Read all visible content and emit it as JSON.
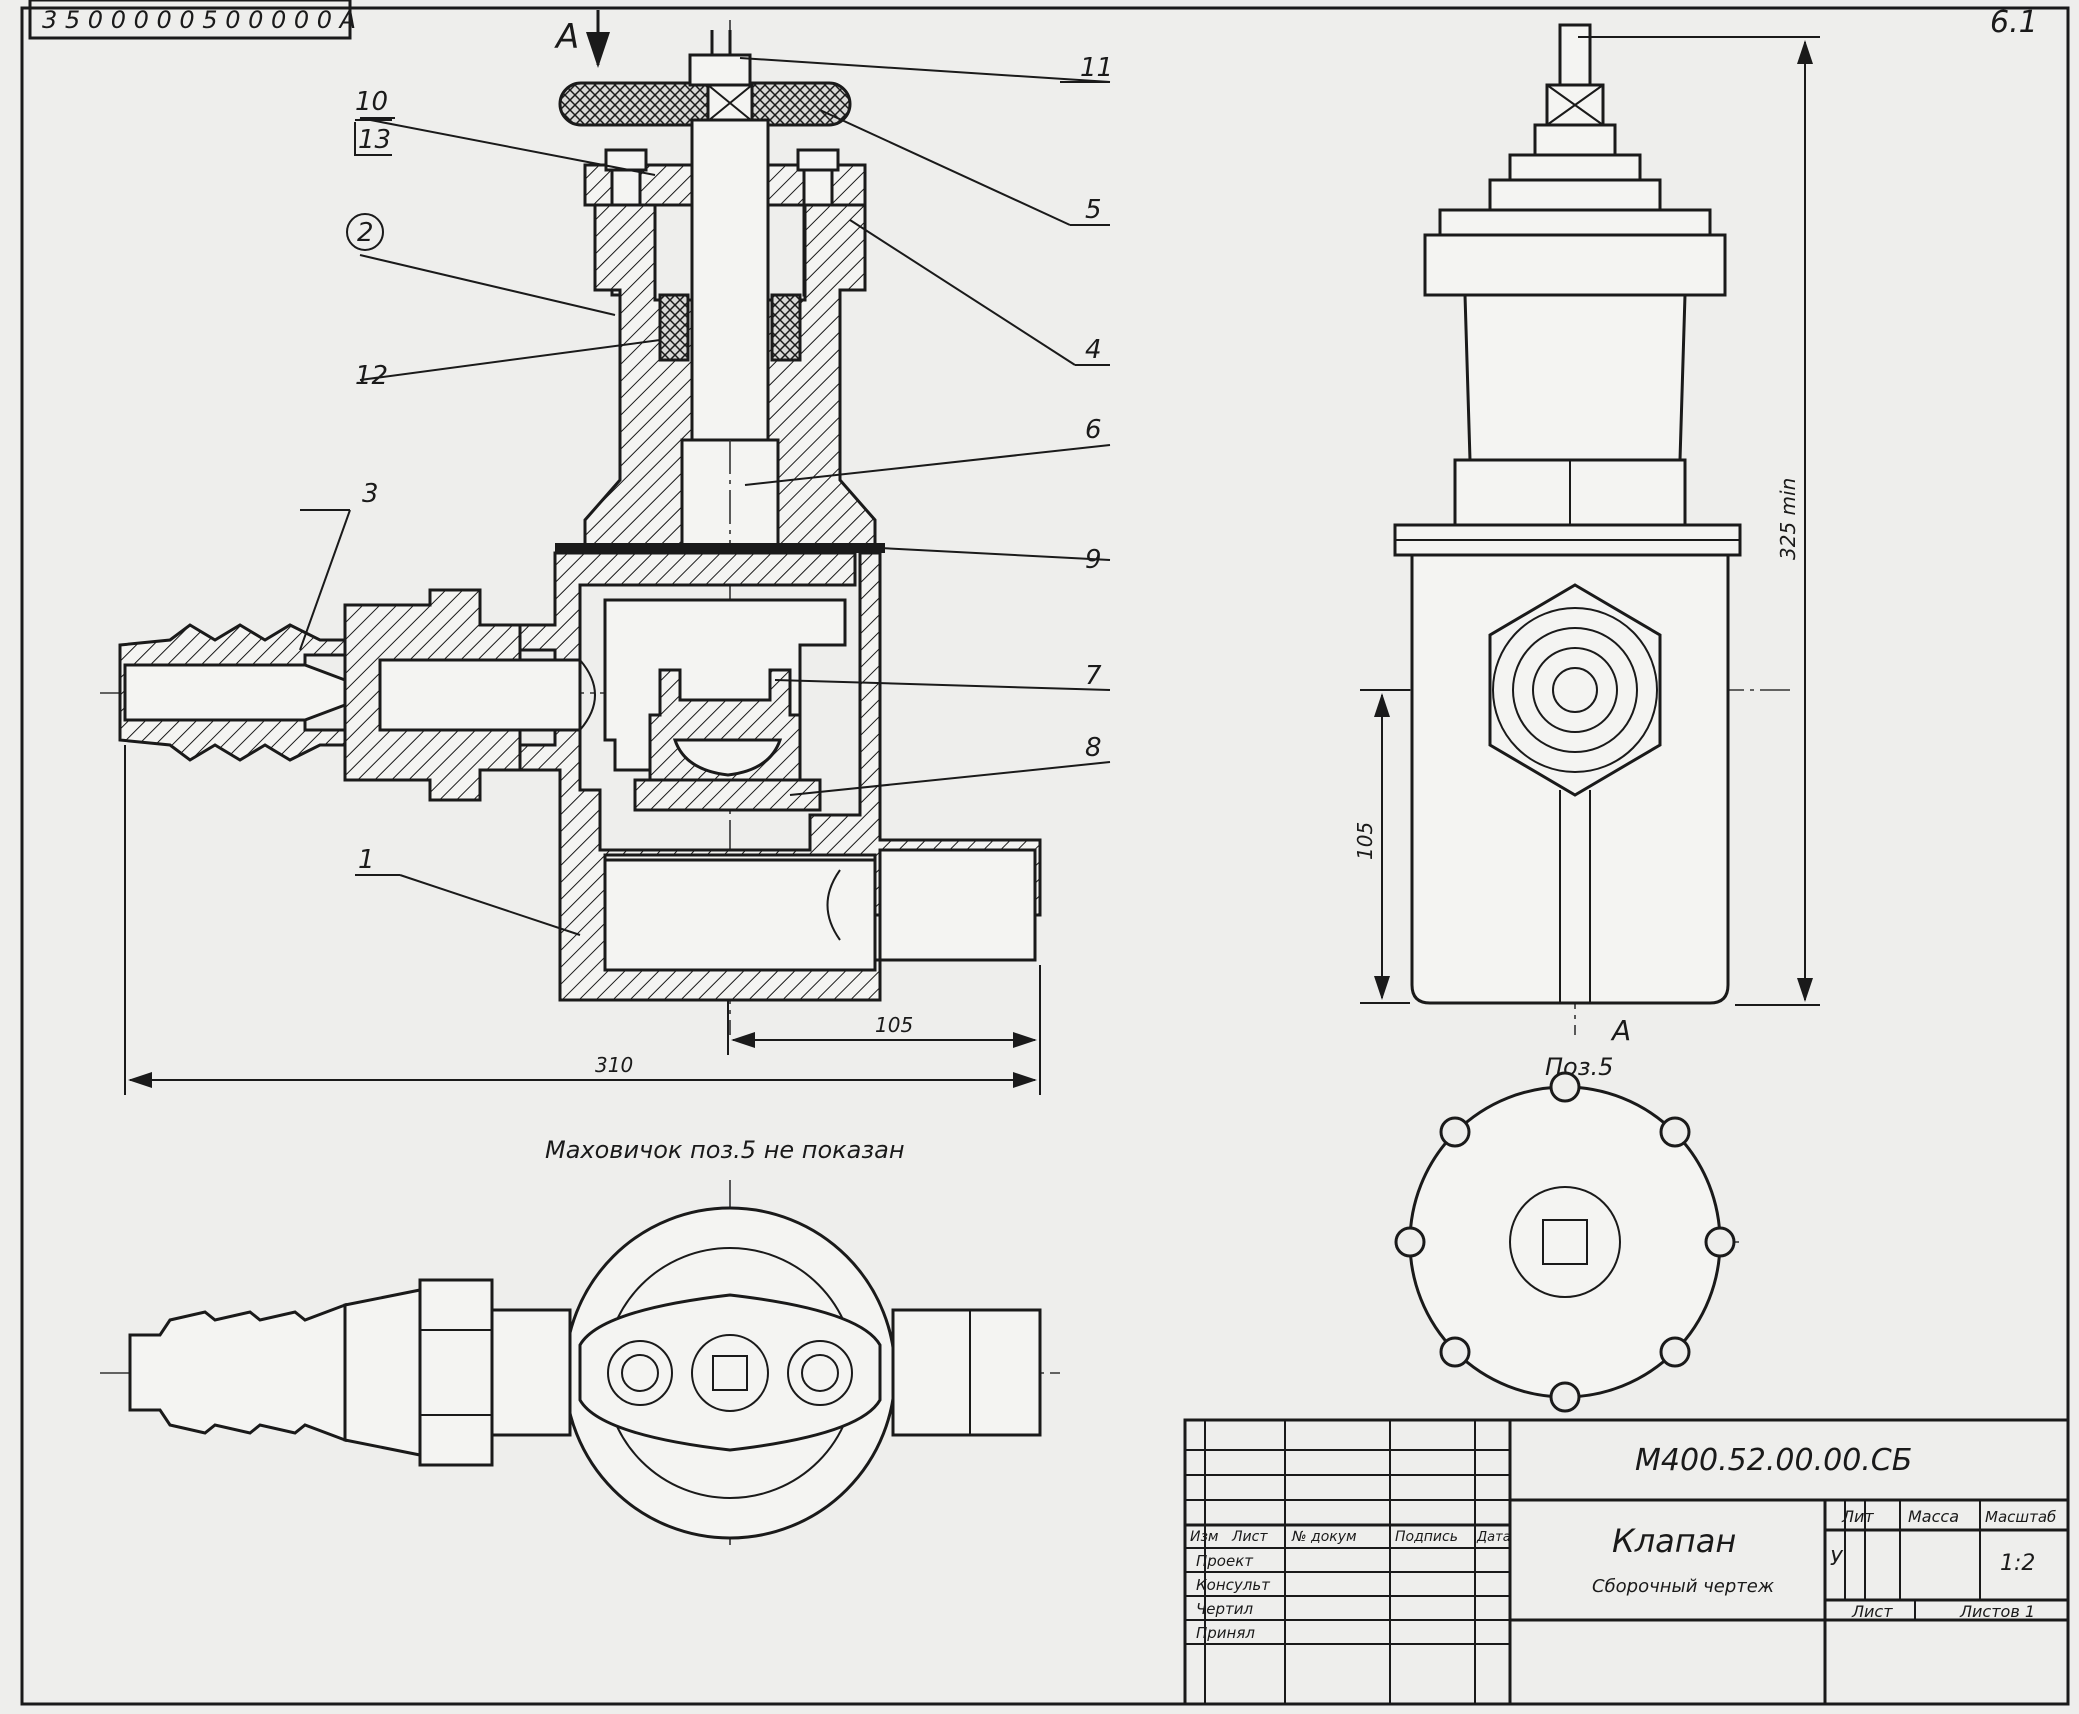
{
  "title_stamp": "3 5 0 0 0 0 0 5 0 0 0 0 0 A",
  "section_mark": "A",
  "view_mark": "A",
  "callouts": [
    "11",
    "10",
    "13",
    "5",
    "2",
    "4",
    "12",
    "6",
    "3",
    "9",
    "7",
    "8",
    "1"
  ],
  "dimensions": {
    "overall_length": "310",
    "port_offset": "105",
    "axis_height": "105",
    "total_height": "325 min"
  },
  "notes": {
    "handwheel_note": "Маховичок поз.5 не показан",
    "detail_label": "Поз.5",
    "sheet_number": "6.1"
  },
  "title_block": {
    "code": "М400.52.00.00.СБ",
    "name": "Клапан",
    "doc_type": "Сборочный чертеж",
    "columns": [
      "Изм",
      "Лист",
      "№ докум",
      "Подпись",
      "Дата"
    ],
    "rows": [
      "Проект",
      "Консульт",
      "Чертил",
      "Принял"
    ],
    "lit_label": "Лит",
    "mass_label": "Масса",
    "scale_label": "Масштаб",
    "lit_value": "У",
    "scale_value": "1:2",
    "sheet_label": "Лист",
    "sheets_label": "Листов 1"
  }
}
